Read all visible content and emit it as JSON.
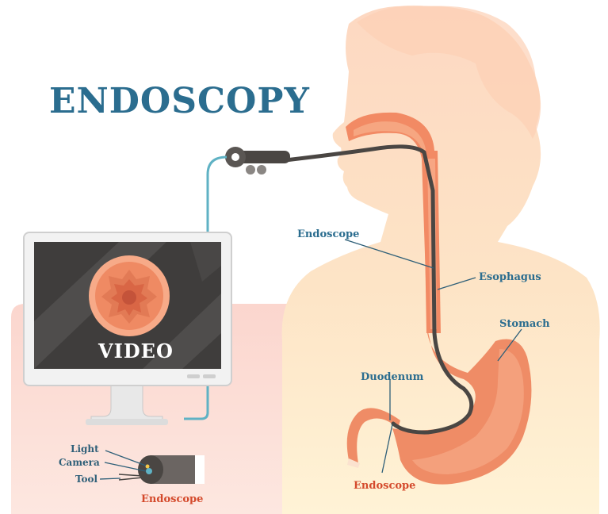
{
  "title": "ENDOSCOPY",
  "screen_text": "VIDEO",
  "labels": {
    "endoscope_top": "Endoscope",
    "esophagus": "Esophagus",
    "stomach": "Stomach",
    "duodenum": "Duodenum",
    "endoscope_bottom": "Endoscope"
  },
  "tip_detail": {
    "light": "Light",
    "camera": "Camera",
    "tool": "Tool",
    "caption": "Endoscope"
  },
  "colors": {
    "title": "#2b6d8f",
    "accent_red": "#d44a2c",
    "skin": "#fbd9bf",
    "organ": "#f0906a",
    "cable": "#5fb2c4",
    "scope": "#4a4643"
  }
}
